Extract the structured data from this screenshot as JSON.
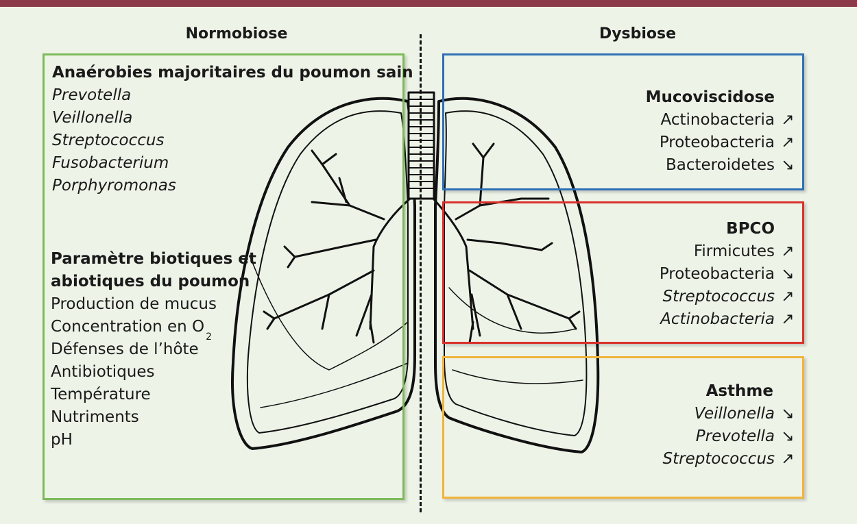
{
  "colors": {
    "top_bar": "#8c3a4a",
    "normobiose_border": "#7dbb5a",
    "mucoviscidose_border": "#2e6fb5",
    "bpco_border": "#d9302a",
    "asthme_border": "#f0b43a"
  },
  "headings": {
    "left": "Normobiose",
    "right": "Dysbiose"
  },
  "normobiose": {
    "anaerobes_title": "Anaérobies majoritaires du poumon sain",
    "anaerobes": [
      "Prevotella",
      "Veillonella",
      "Streptococcus",
      "Fusobacterium",
      "Porphyromonas"
    ],
    "params_title_line1": "Paramètre biotiques et",
    "params_title_line2": "abiotiques du poumon",
    "params": {
      "mucus": "Production de mucus",
      "o2_prefix": "Concentration en O",
      "o2_sub": "2",
      "defenses": "Défenses de l’hôte",
      "antibiotics": "Antibiotiques",
      "temperature": "Température",
      "nutrients": "Nutriments",
      "ph": "pH"
    }
  },
  "dysbiose": {
    "mucoviscidose": {
      "title": "Mucoviscidose",
      "items": [
        {
          "name": "Actinobacteria",
          "arrow": "↗",
          "italic": false
        },
        {
          "name": "Proteobacteria",
          "arrow": "↗",
          "italic": false
        },
        {
          "name": "Bacteroidetes",
          "arrow": "↘",
          "italic": false
        }
      ]
    },
    "bpco": {
      "title": "BPCO",
      "items": [
        {
          "name": "Firmicutes",
          "arrow": "↗",
          "italic": false
        },
        {
          "name": "Proteobacteria",
          "arrow": "↘",
          "italic": false
        },
        {
          "name": "Streptococcus",
          "arrow": "↗",
          "italic": true
        },
        {
          "name": "Actinobacteria",
          "arrow": "↗",
          "italic": true
        }
      ]
    },
    "asthme": {
      "title": "Asthme",
      "items": [
        {
          "name": "Veillonella",
          "arrow": "↘",
          "italic": true
        },
        {
          "name": "Prevotella",
          "arrow": "↘",
          "italic": true
        },
        {
          "name": "Streptococcus",
          "arrow": "↗",
          "italic": true
        }
      ]
    }
  }
}
